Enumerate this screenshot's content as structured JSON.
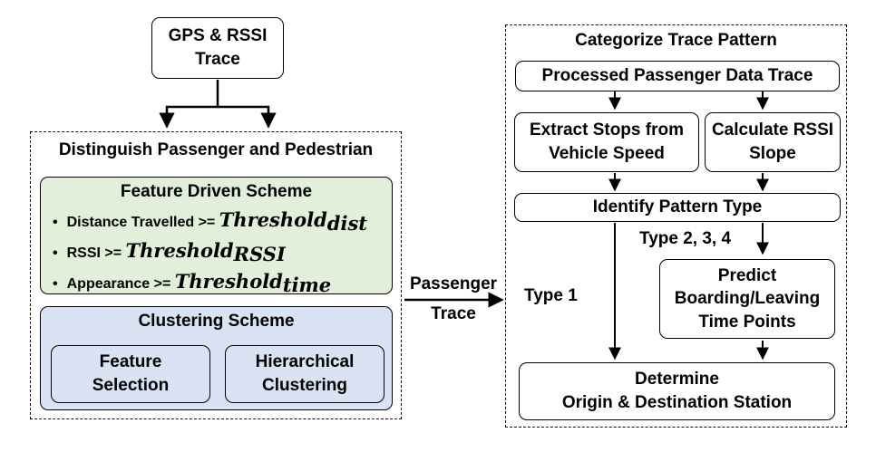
{
  "input": {
    "line1": "GPS & RSSI",
    "line2": "Trace"
  },
  "left_panel": {
    "title": "Distinguish Passenger and Pedestrian",
    "feature_scheme": {
      "title": "Feature Driven Scheme",
      "bullets": [
        {
          "text": "Distance Travelled >= ",
          "math": "Threshold",
          "sub": "dist"
        },
        {
          "text": "RSSI >= ",
          "math": "Threshold",
          "sub": "RSSI"
        },
        {
          "text": "Appearance >= ",
          "math": "Threshold",
          "sub": "time"
        }
      ]
    },
    "clustering_scheme": {
      "title": "Clustering Scheme",
      "feature_selection": {
        "line1": "Feature",
        "line2": "Selection"
      },
      "hierarchical": {
        "line1": "Hierarchical",
        "line2": "Clustering"
      }
    }
  },
  "passenger_trace": {
    "line1": "Passenger",
    "line2": "Trace"
  },
  "right_panel": {
    "title": "Categorize Trace Pattern",
    "processed": "Processed Passenger Data Trace",
    "extract": {
      "line1": "Extract Stops from",
      "line2": "Vehicle Speed"
    },
    "rssi_slope": {
      "line1": "Calculate RSSI",
      "line2": "Slope"
    },
    "identify": "Identify Pattern Type",
    "type1": "Type 1",
    "type234": "Type 2, 3, 4",
    "predict": {
      "line1": "Predict",
      "line2": "Boarding/Leaving",
      "line3": "Time Points"
    },
    "determine": {
      "line1": "Determine",
      "line2": "Origin & Destination Station"
    }
  }
}
